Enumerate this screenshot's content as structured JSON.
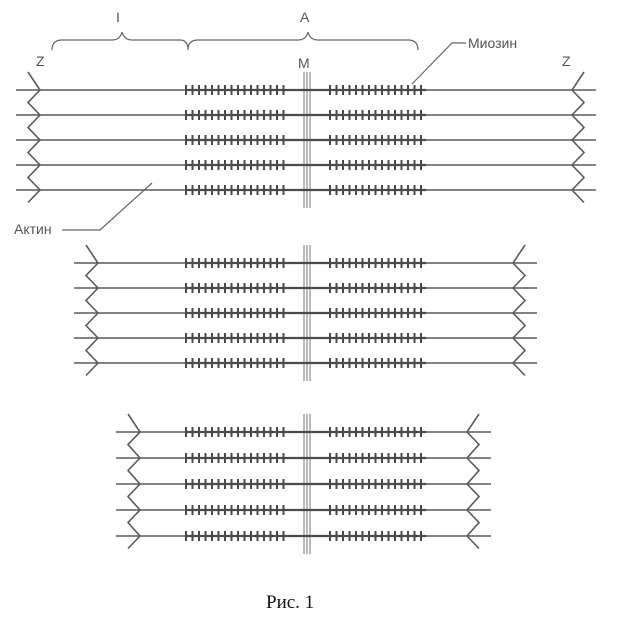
{
  "labels": {
    "band_I": "I",
    "band_A": "A",
    "z_left": "Z",
    "z_right": "Z",
    "m_line": "M",
    "myosin": "Миозин",
    "actin": "Актин"
  },
  "caption": "Рис. 1"
}
